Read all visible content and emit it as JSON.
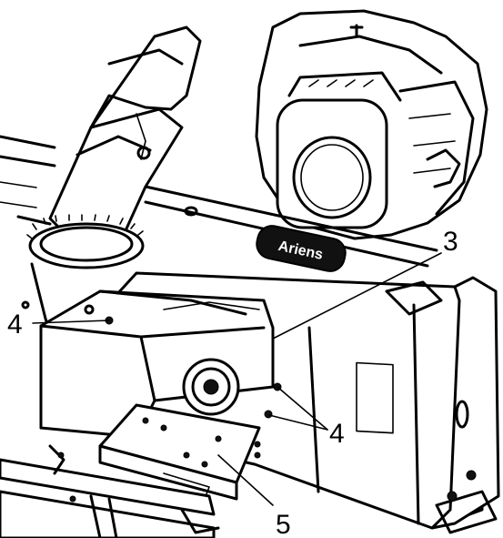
{
  "callouts": [
    {
      "id": "label-3",
      "text": "3"
    },
    {
      "id": "label-4-left",
      "text": "4"
    },
    {
      "id": "label-4-right",
      "text": "4"
    },
    {
      "id": "label-5",
      "text": "5"
    }
  ],
  "decal_text": "Ariens",
  "colors": {
    "ink": "#000000",
    "paper": "#ffffff"
  }
}
